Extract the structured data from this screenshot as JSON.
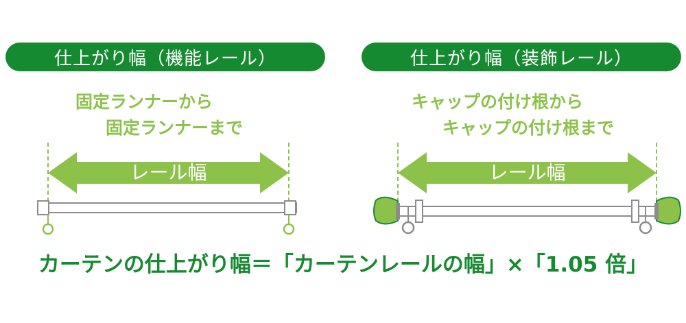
{
  "left_panel": {
    "title": "仕上がり幅（機能レール）",
    "note_line1": "固定ランナーから",
    "note_line2": "固定ランナーまで",
    "arrow_label": "レール幅"
  },
  "right_panel": {
    "title": "仕上がり幅（装飾レール）",
    "note_line1": "キャップの付け根から",
    "note_line2": "キャップの付け根まで",
    "arrow_label": "レール幅"
  },
  "formula": "カーテンの仕上がり幅＝「カーテンレールの幅」×「1.05 倍」",
  "colors": {
    "dark_green": "#168a30",
    "light_green": "#8cc24a",
    "rail_gray": "#8c8c8c"
  }
}
